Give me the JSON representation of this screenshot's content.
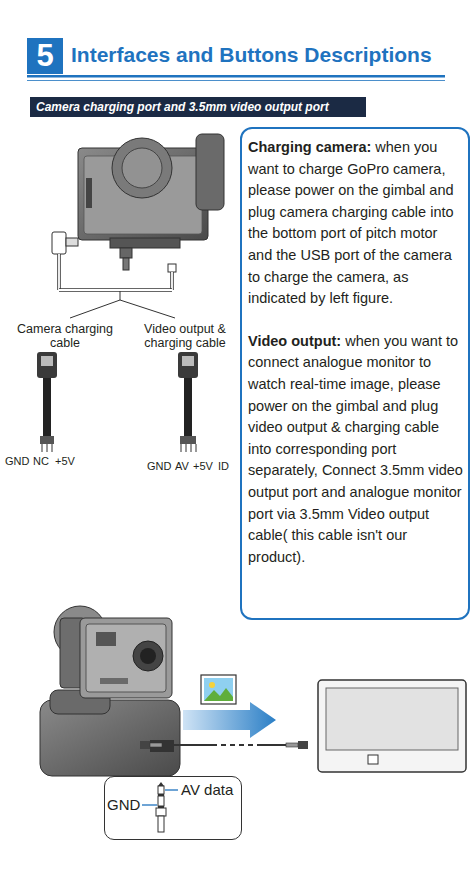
{
  "diagram": {
    "title": "Interfaces and Buttons Descriptions",
    "nodes": [
      {
        "text": [
          "5"
        ]
      },
      {
        "text": [
          "Camera charging port and 3.5mm video output port"
        ]
      },
      {
        "text": [
          "Charging camera:",
          "when you want to charge GoPro camera, please power on the gimbal and plug camera charging cable into the bottom port of pitch motor and the USB port of the camera to charge the camera, as indicated by left figure.",
          "Video output:",
          "when you want to connect analogue monitor to watch real-time image, please power on the gimbal and plug video output & charging cable into corresponding port separately, Connect 3.5mm video output port and analogue monitor port via 3.5mm Video output cable( this cable isn't our product)."
        ]
      },
      {
        "text": [
          "AV data",
          "GND"
        ]
      }
    ],
    "labels": [
      "Camera charging cable",
      "Video output & charging cable",
      "GND",
      "NC",
      "+5V",
      "GND",
      "AV",
      "+5V",
      "ID"
    ]
  }
}
